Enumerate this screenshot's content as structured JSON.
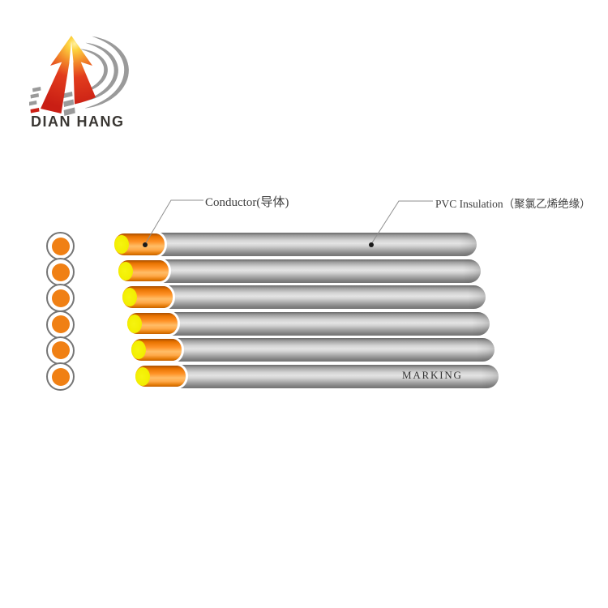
{
  "logo": {
    "brand": "DIAN HANG",
    "arrow_red": "#d2201a",
    "arrow_glow": "#ffe95e",
    "swoosh_gray": "#9a9a9a"
  },
  "labels": {
    "conductor": "Conductor(导体)",
    "pvc": "PVC Insulation（聚氯乙烯绝缘）",
    "marking": "MARKING"
  },
  "diagram": {
    "wire_count": 6,
    "colors": {
      "core_orange": "#f08014",
      "core_face_yellow": "#f2ee00",
      "insulation_gray": "#c9c9c9",
      "outline_gray": "#8a8a8a",
      "leader_line": "#8f8f8f",
      "dot_black": "#1a1a1a"
    }
  }
}
